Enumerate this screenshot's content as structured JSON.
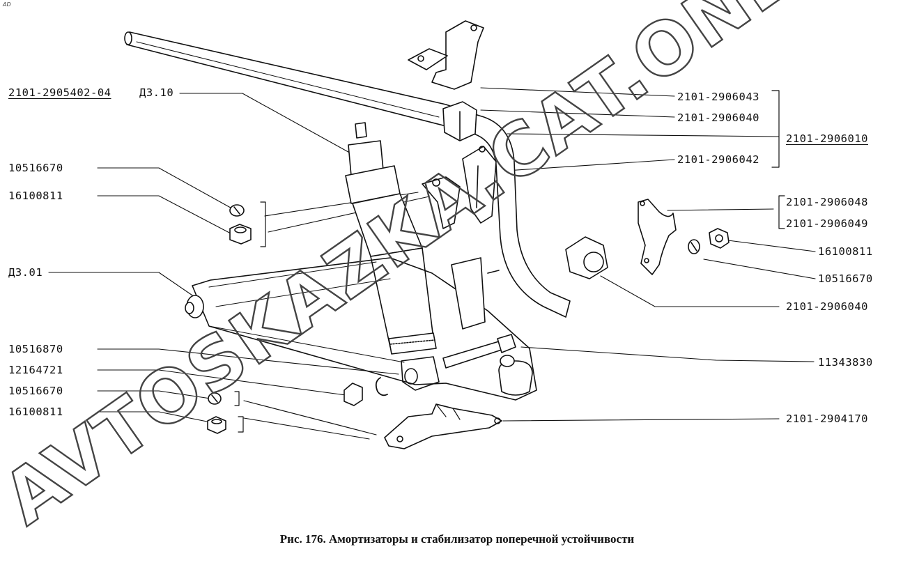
{
  "corner_mark": "AD",
  "caption": "Рис. 176. Амортизаторы и стабилизатор поперечной устойчивости",
  "watermark": "AVTOSKAZKA.CAT.ONLINE",
  "labels": {
    "l1": "2101-2905402-04",
    "l2": "Д3.10",
    "l3": "10516670",
    "l4": "16100811",
    "l5": "Д3.01",
    "l6": "10516870",
    "l7": "12164721",
    "l8": "10516670",
    "l9": "16100811",
    "r1": "2101-2906043",
    "r2": "2101-2906040",
    "r3": "2101-2906010",
    "r4": "2101-2906042",
    "r5": "2101-2906048",
    "r6": "2101-2906049",
    "r7": "16100811",
    "r8": "10516670",
    "r9": "2101-2906040",
    "r10": "11343830",
    "r11": "2101-2904170"
  },
  "colors": {
    "ink": "#111111",
    "watermark": "#444444"
  }
}
